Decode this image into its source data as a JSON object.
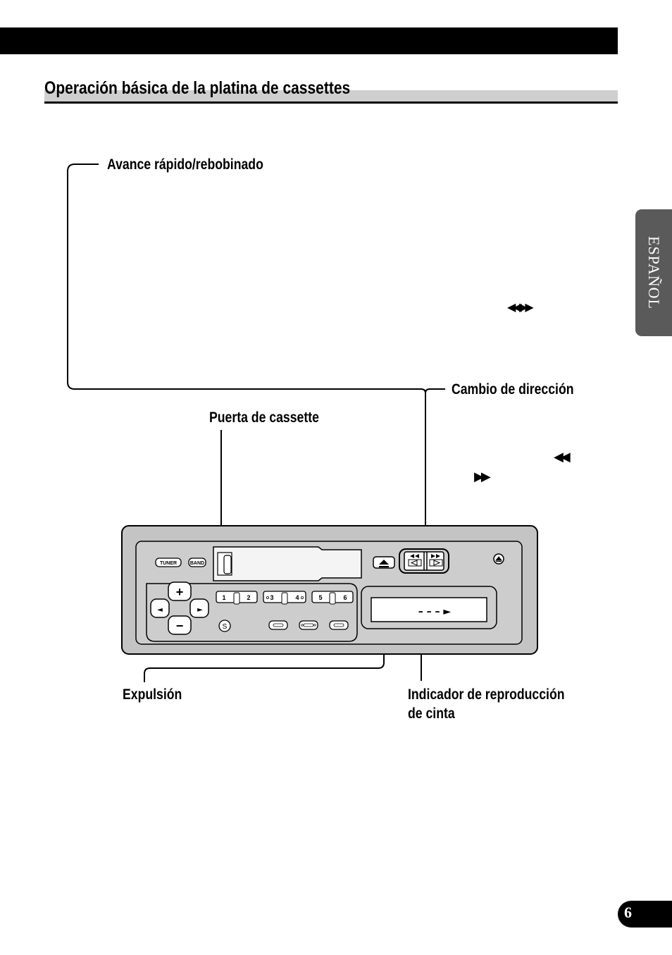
{
  "page": {
    "title": "Operación básica de la platina de cassettes",
    "language_tab": "ESPAÑOL",
    "page_number": "6"
  },
  "labels": {
    "fast_forward": "Avance rápido/rebobinado",
    "direction": "Cambio de dirección",
    "door": "Puerta de cassette",
    "eject": "Expulsión",
    "indicator_line1": "Indicador de reproducción",
    "indicator_line2": "de cinta"
  },
  "symbols": {
    "rew_ff_pair": "◀◀ ▶▶",
    "rew": "◀◀",
    "ff": "▶▶"
  },
  "panel": {
    "tuner_label": "TUNER",
    "band_label": "BAND",
    "plus": "+",
    "minus": "−",
    "left_arrow": "◄",
    "right_arrow": "►",
    "s_label": "S",
    "preset_1": "1",
    "preset_2": "2",
    "preset_3": "3",
    "preset_4": "4",
    "preset_5": "5",
    "preset_6": "6",
    "display_text": "– – – ►",
    "eject_symbol": "⏏",
    "power_symbol": "⏏"
  }
}
